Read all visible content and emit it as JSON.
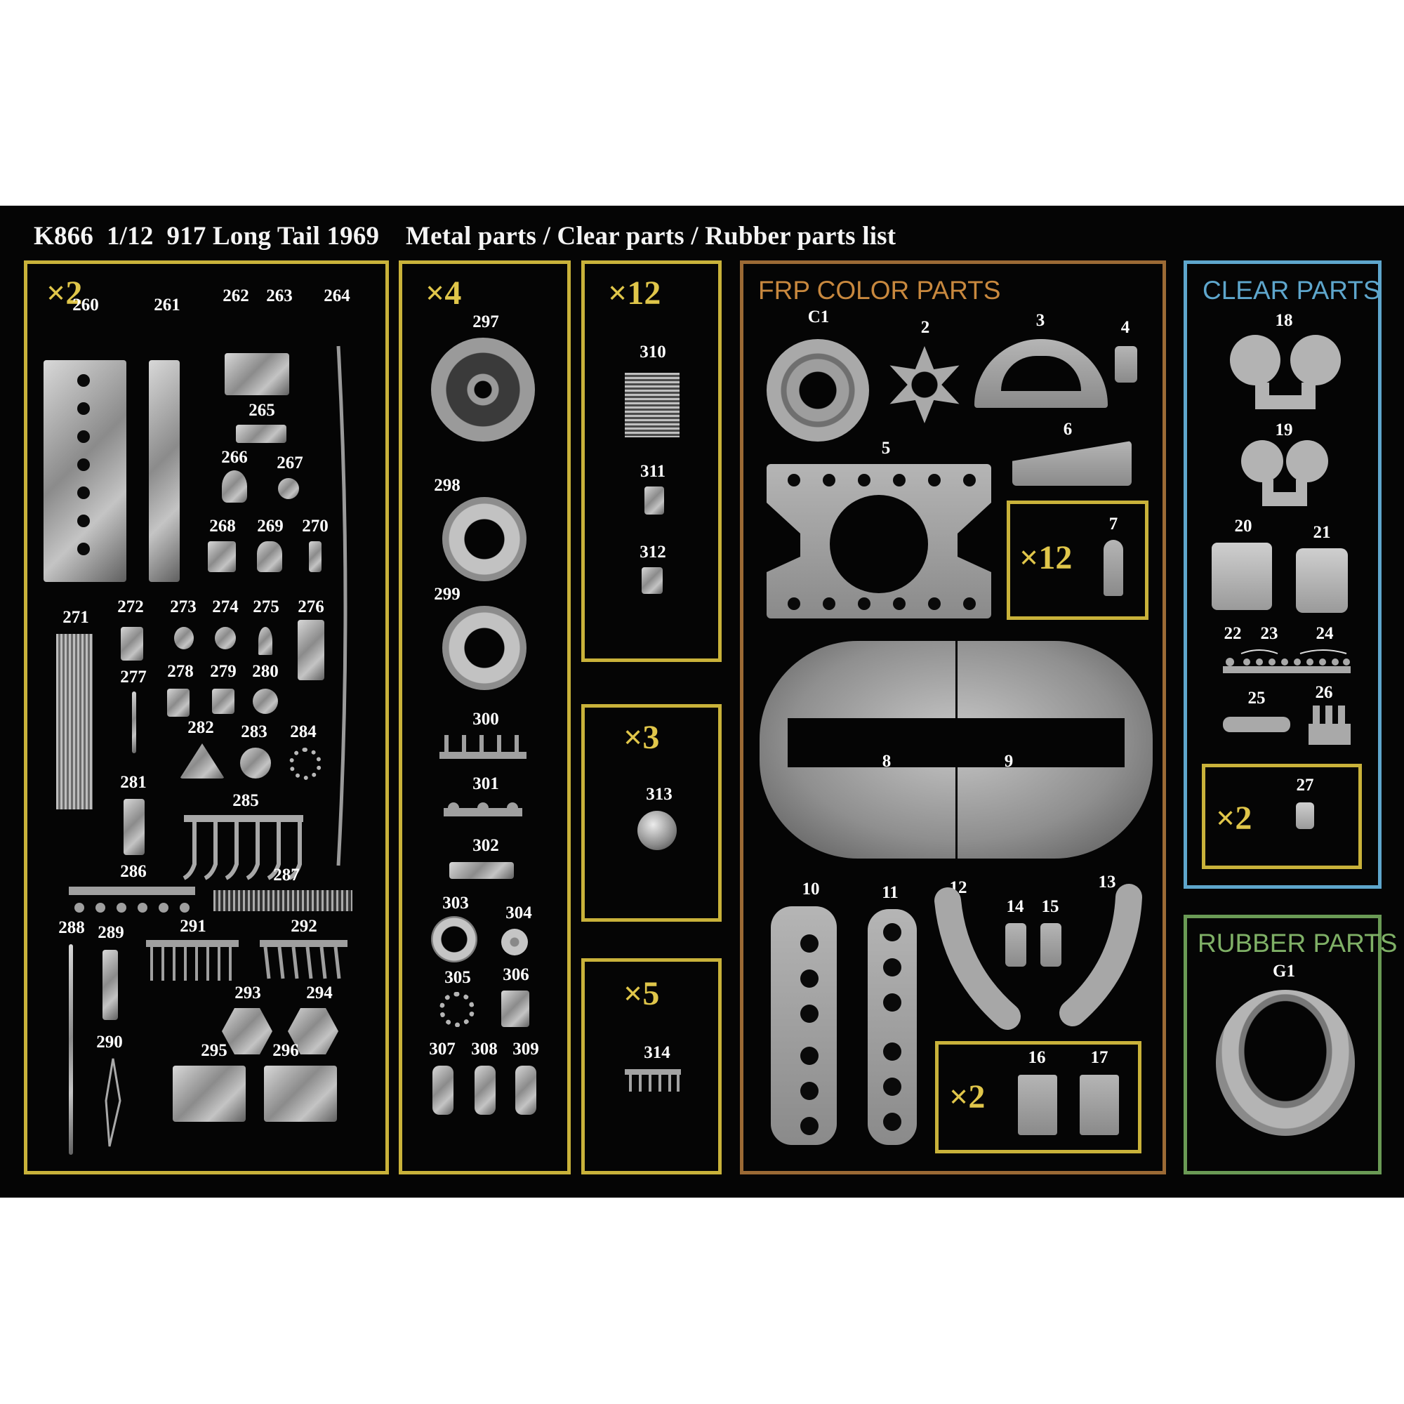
{
  "title": "K866  1/12  917 Long Tail 1969    Metal parts / Clear parts / Rubber parts list",
  "colors": {
    "background": "#050505",
    "metal_box": "#c9b23a",
    "frp_box": "#9b6a35",
    "clear_box": "#5ea6cc",
    "rubber_box": "#6a9a55",
    "multiplier_text": "#e0c64a"
  },
  "sections": {
    "metal_x2": {
      "multiplier": "×2",
      "numbers": [
        "260",
        "261",
        "262",
        "263",
        "264",
        "265",
        "266",
        "267",
        "268",
        "269",
        "270",
        "271",
        "272",
        "273",
        "274",
        "275",
        "276",
        "277",
        "278",
        "279",
        "280",
        "281",
        "282",
        "283",
        "284",
        "285",
        "286",
        "287",
        "288",
        "289",
        "290",
        "291",
        "292",
        "293",
        "294",
        "295",
        "296"
      ]
    },
    "metal_x4": {
      "multiplier": "×4",
      "numbers": [
        "297",
        "298",
        "299",
        "300",
        "301",
        "302",
        "303",
        "304",
        "305",
        "306",
        "307",
        "308",
        "309"
      ]
    },
    "metal_x12": {
      "multiplier": "×12",
      "numbers": [
        "310",
        "311",
        "312"
      ]
    },
    "metal_x3": {
      "multiplier": "×3",
      "numbers": [
        "313"
      ]
    },
    "metal_x5": {
      "multiplier": "×5",
      "numbers": [
        "314"
      ]
    },
    "frp": {
      "title": "FRP COLOR PARTS",
      "numbers": [
        "C1",
        "2",
        "3",
        "4",
        "5",
        "6",
        "7",
        "8",
        "9",
        "10",
        "11",
        "12",
        "13",
        "14",
        "15",
        "16",
        "17"
      ],
      "sub_x12": "×12",
      "sub_x2": "×2"
    },
    "clear": {
      "title": "CLEAR PARTS",
      "numbers": [
        "18",
        "19",
        "20",
        "21",
        "22",
        "23",
        "24",
        "25",
        "26",
        "27"
      ],
      "sub_x2": "×2"
    },
    "rubber": {
      "title": "RUBBER PARTS",
      "numbers": [
        "G1"
      ]
    }
  }
}
